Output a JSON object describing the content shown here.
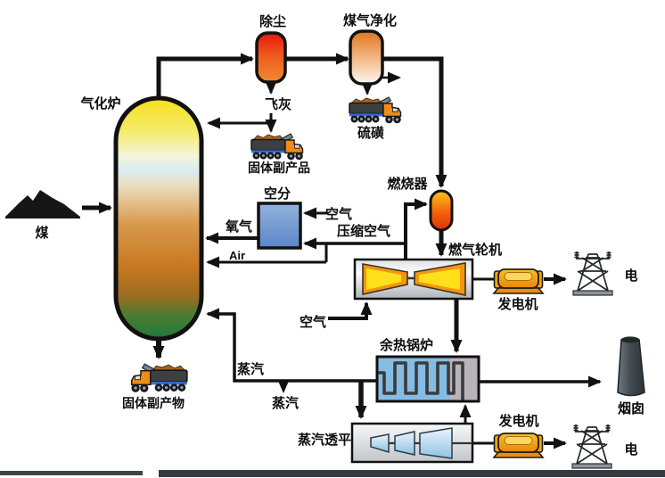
{
  "diagram": {
    "kind": "process-flow",
    "language": "zh-CN",
    "subject": "IGCC coal gasification combined cycle flow diagram"
  },
  "labels": {
    "coal": "煤",
    "gasifier": "气化炉",
    "dust_removal": "除尘",
    "gas_cleanup": "煤气净化",
    "fly_ash": "飞灰",
    "solid_byproduct_top": "固体副产品",
    "sulfur": "硫磺",
    "air_separation": "空分",
    "air_to_asu": "空气",
    "oxygen": "氧气",
    "compressed_air": "压缩空气",
    "air_en": "Air",
    "combustor": "燃烧器",
    "gas_turbine": "燃气轮机",
    "air_to_turbine": "空气",
    "generator_top": "发电机",
    "electricity_top": "电",
    "hrsg": "余热锅炉",
    "steam_line": "蒸汽",
    "steam_export": "蒸汽",
    "steam_to_turbine": "蒸汽透平",
    "generator_bottom": "发电机",
    "electricity_bottom": "电",
    "chimney": "烟囱",
    "solid_byproduct_bottom": "固体副产物"
  },
  "colors": {
    "line": "#111111",
    "dust_vessel_top": "#ea1410",
    "dust_vessel_bottom": "#f08b33",
    "cleanup_vessel_top": "#e0751c",
    "combustor_top": "#ffc614",
    "combustor_bottom": "#e03104",
    "gasifier_top_yellow": "#f7df1d",
    "gasifier_mid_orange": "#c87820",
    "gasifier_bottom_green": "#1d7a3a",
    "asu_blue": "#6f9bd2",
    "hrsg_blue": "#85bce4",
    "turbine_orange": "#f59510",
    "steam_turbine_blue": "#a8cfe8",
    "generator_orange": "#f2990c",
    "truck_cab_orange": "#ef8b17",
    "chimney_gray": "#3c4246"
  }
}
